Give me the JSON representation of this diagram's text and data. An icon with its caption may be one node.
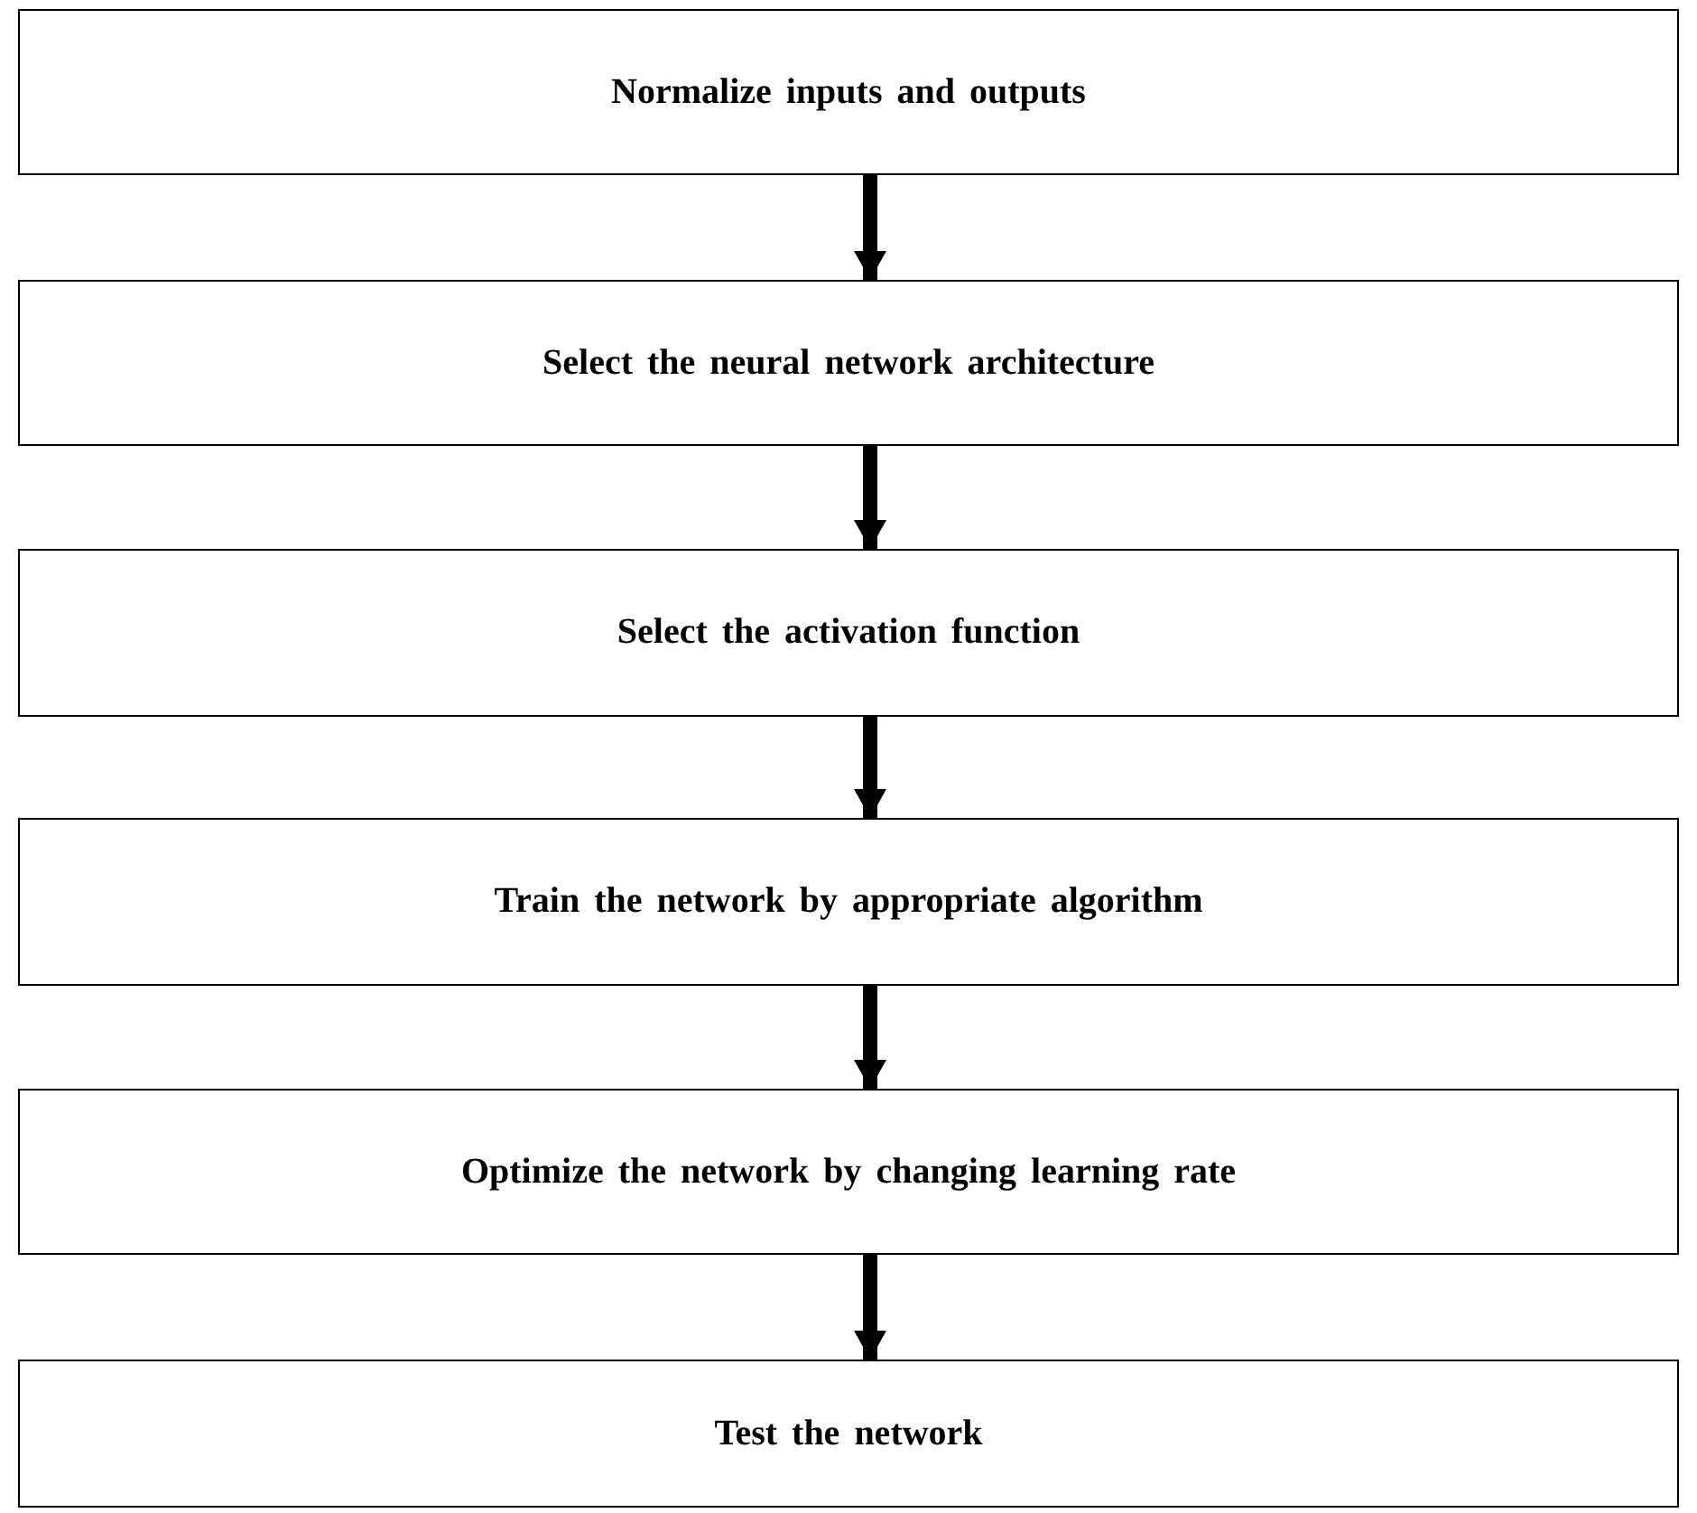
{
  "diagram": {
    "nodes": [
      {
        "text": [
          "Normalize inputs and outputs"
        ]
      },
      {
        "text": [
          "Select the neural network architecture"
        ]
      },
      {
        "text": [
          "Select the activation function"
        ]
      },
      {
        "text": [
          "Train the network by appropriate algorithm"
        ]
      },
      {
        "text": [
          "Optimize the network by changing learning rate"
        ]
      },
      {
        "text": [
          "Test the network"
        ]
      }
    ],
    "edges": [
      {
        "from": 0,
        "to": 1,
        "arrow": "to"
      },
      {
        "from": 1,
        "to": 2,
        "arrow": "to"
      },
      {
        "from": 2,
        "to": 3,
        "arrow": "to"
      },
      {
        "from": 3,
        "to": 4,
        "arrow": "to"
      },
      {
        "from": 4,
        "to": 5,
        "arrow": "to"
      }
    ]
  }
}
